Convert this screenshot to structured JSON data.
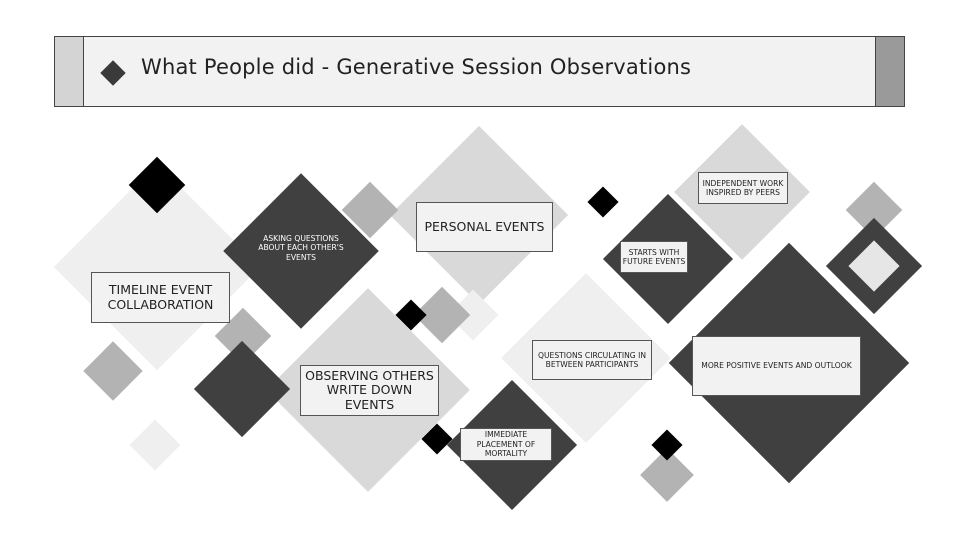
{
  "header": {
    "title": "What People did - Generative Session Observations"
  },
  "labels": {
    "timeline": "TIMELINE EVENT COLLABORATION",
    "asking": "ASKING QUESTIONS ABOUT EACH OTHER'S EVENTS",
    "personal": "PERSONAL EVENTS",
    "independent": "INDEPENDENT WORK INSPIRED BY PEERS",
    "future": "STARTS WITH FUTURE EVENTS",
    "observing": "OBSERVING OTHERS WRITE DOWN EVENTS",
    "circulating": "QUESTIONS CIRCULATING IN BETWEEN PARTICIPANTS",
    "positive": "MORE POSITIVE EVENTS AND OUTLOOK",
    "mortality": "IMMEDIATE PLACEMENT OF MORTALITY"
  },
  "colors": {
    "black": "#000000",
    "dark": "#404040",
    "mid": "#b3b3b3",
    "light": "#d9d9d9",
    "pale": "#efefef"
  }
}
